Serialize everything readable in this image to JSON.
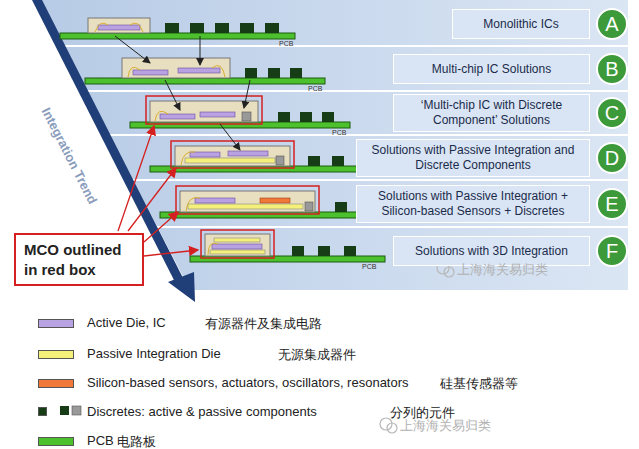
{
  "diagram": {
    "nodes": [
      {
        "text": [
          "Monolithic ICs"
        ]
      },
      {
        "text": [
          "A"
        ]
      },
      {
        "text": [
          "Multi-chip IC Solutions"
        ]
      },
      {
        "text": [
          "B"
        ]
      },
      {
        "text": [
          "‘Multi-chip IC with Discrete Component’ Solutions"
        ]
      },
      {
        "text": [
          "C"
        ]
      },
      {
        "text": [
          "Solutions with Passive Integration and Discrete Components"
        ]
      },
      {
        "text": [
          "D"
        ]
      },
      {
        "text": [
          "Solutions with Passive Integration + Silicon-based Sensors + Discretes"
        ]
      },
      {
        "text": [
          "E"
        ]
      },
      {
        "text": [
          "Solutions with 3D Integration"
        ]
      },
      {
        "text": [
          "F"
        ]
      },
      {
        "text": [
          "MCO outlined in red box"
        ]
      }
    ],
    "labels": [
      "Integration Trend",
      "PCB",
      "PCB",
      "PCB",
      "PCB",
      "上海海关易归类",
      "有源器件及集成电路",
      "无源集成器件",
      "硅基传感器等",
      "分列的元件",
      "上海海关易归类",
      "电路板"
    ],
    "legend": [
      {
        "text": "Active Die, IC",
        "color": "#b9a2e2"
      },
      {
        "text": "Passive Integration Die",
        "color": "#f4f07a"
      },
      {
        "text": "Silicon-based sensors, actuators, oscillators, resonators",
        "color": "#f07838"
      },
      {
        "text": "Discretes: active & passive components",
        "color": "#173d17"
      },
      {
        "text": "PCB",
        "color": "#4cc02d"
      }
    ]
  }
}
